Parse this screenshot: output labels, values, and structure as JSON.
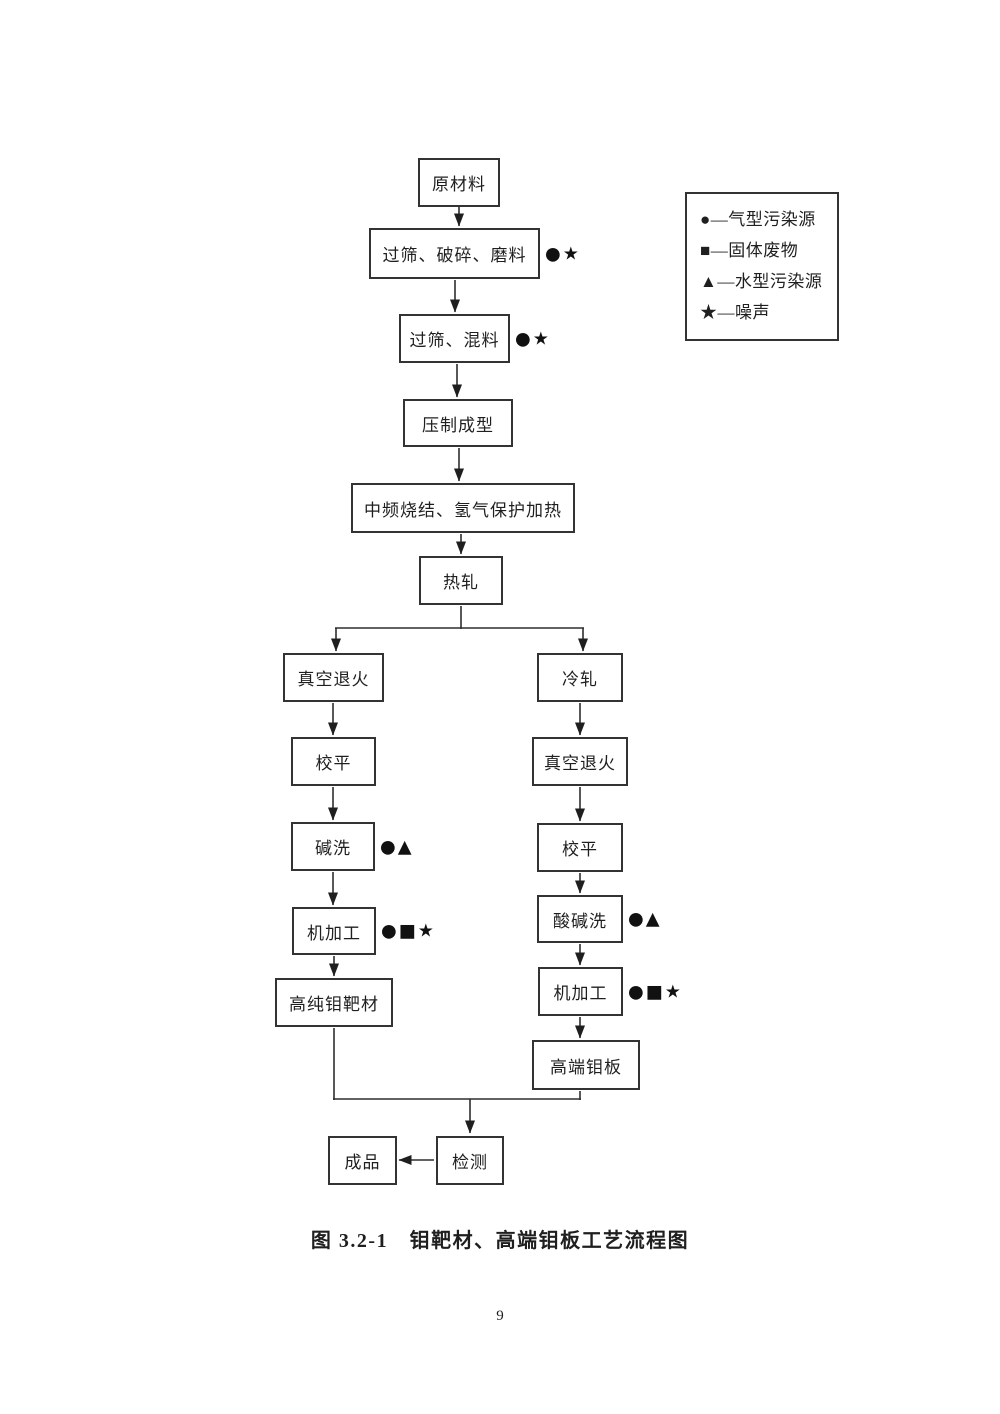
{
  "nodes": {
    "raw_material": {
      "label": "原材料"
    },
    "sieve_crush_grind": {
      "label": "过筛、破碎、磨料",
      "marks": "●★"
    },
    "sieve_mix": {
      "label": "过筛、混料",
      "marks": "●★"
    },
    "press_forming": {
      "label": "压制成型"
    },
    "sintering": {
      "label": "中频烧结、氢气保护加热"
    },
    "hot_rolling": {
      "label": "热轧"
    },
    "vacuum_annealing_left": {
      "label": "真空退火"
    },
    "leveling_left": {
      "label": "校平"
    },
    "alkali_wash": {
      "label": "碱洗",
      "marks": "●▲"
    },
    "machining_left": {
      "label": "机加工",
      "marks": "●■★"
    },
    "moly_target": {
      "label": "高纯钼靶材"
    },
    "cold_rolling": {
      "label": "冷轧"
    },
    "vacuum_annealing_right": {
      "label": "真空退火"
    },
    "leveling_right": {
      "label": "校平"
    },
    "acid_alkali_wash": {
      "label": "酸碱洗",
      "marks": "●▲"
    },
    "machining_right": {
      "label": "机加工",
      "marks": "●■★"
    },
    "moly_plate": {
      "label": "高端钼板"
    },
    "inspection": {
      "label": "检测"
    },
    "finished_product": {
      "label": "成品"
    }
  },
  "edges": [
    [
      "raw_material",
      "sieve_crush_grind"
    ],
    [
      "sieve_crush_grind",
      "sieve_mix"
    ],
    [
      "sieve_mix",
      "press_forming"
    ],
    [
      "press_forming",
      "sintering"
    ],
    [
      "sintering",
      "hot_rolling"
    ],
    [
      "hot_rolling",
      "vacuum_annealing_left"
    ],
    [
      "hot_rolling",
      "cold_rolling"
    ],
    [
      "vacuum_annealing_left",
      "leveling_left"
    ],
    [
      "leveling_left",
      "alkali_wash"
    ],
    [
      "alkali_wash",
      "machining_left"
    ],
    [
      "machining_left",
      "moly_target"
    ],
    [
      "cold_rolling",
      "vacuum_annealing_right"
    ],
    [
      "vacuum_annealing_right",
      "leveling_right"
    ],
    [
      "leveling_right",
      "acid_alkali_wash"
    ],
    [
      "acid_alkali_wash",
      "machining_right"
    ],
    [
      "machining_right",
      "moly_plate"
    ],
    [
      "moly_target",
      "inspection"
    ],
    [
      "moly_plate",
      "inspection"
    ],
    [
      "inspection",
      "finished_product"
    ]
  ],
  "legend": {
    "items": [
      "●—气型污染源",
      "■—固体废物",
      "▲—水型污染源",
      "★—噪声"
    ]
  },
  "caption": "图 3.2-1　钼靶材、高端钼板工艺流程图",
  "page_number": "9"
}
